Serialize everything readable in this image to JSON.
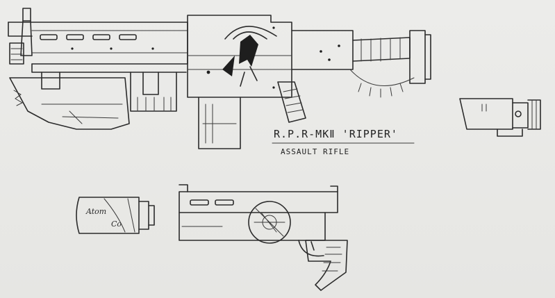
{
  "sheet": {
    "title": "R.P.R-MKⅡ 'RIPPER'",
    "subtitle": "ASSAULT RIFLE",
    "canister_label_line1": "Atom",
    "canister_label_line2": "Co"
  },
  "icons": [
    "assault-rifle-drawing",
    "scope-attachment-drawing",
    "energy-canister-drawing",
    "pistol-drawing",
    "skull-emblem-icon"
  ],
  "colors": {
    "paper": "#e9e9e7",
    "ink": "#2b2b2b"
  }
}
